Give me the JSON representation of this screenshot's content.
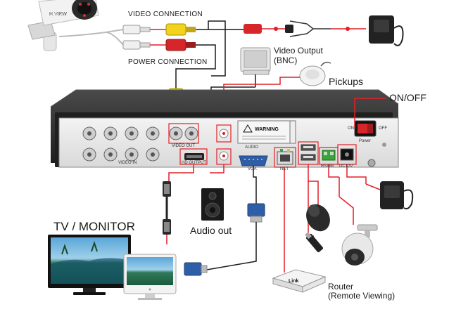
{
  "labels": {
    "video_connection": "VIDEO CONNECTION",
    "power_connection": "POWER CONNECTION",
    "video_output": "Video Output",
    "video_output_sub": "(BNC)",
    "pickups": "Pickups",
    "on_off": "ON/OFF",
    "audio_out": "Audio out",
    "tv_monitor": "TV / MONITOR",
    "router": "Router",
    "router_sub": "(Remote Viewing)"
  },
  "brand": {
    "camera_logo": "H.VIEW",
    "router_logo": "Link"
  },
  "dvr_panel": {
    "video_in": "VIDEO IN",
    "video_out": "VIDEO OUT",
    "hd_output": "HD OUTPUT",
    "audio": "AUDIO",
    "vga": "VGA",
    "net": "NET",
    "rs485": "RS485",
    "dc12v": "DC12V",
    "power": "Power",
    "warning": "WARNING",
    "on": "ON",
    "off": "OFF"
  },
  "colors": {
    "connection_line": "#e41e26",
    "cable": "#1a1a1a",
    "chassis": "#2a2a2a",
    "panel": "#e9e9e9"
  }
}
